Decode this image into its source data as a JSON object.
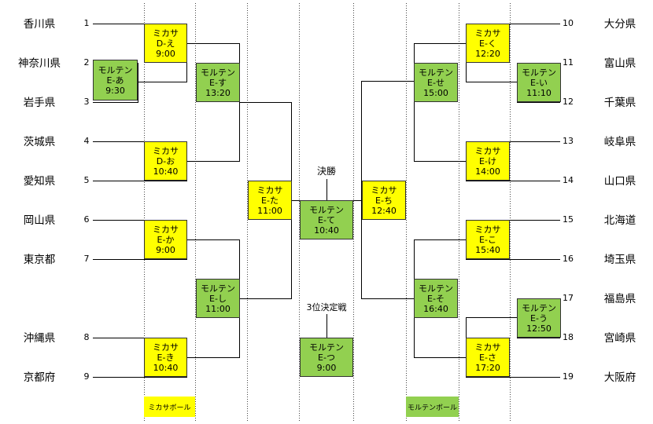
{
  "left_teams": [
    {
      "name": "香川県",
      "num": "1"
    },
    {
      "name": "神奈川県",
      "num": "2"
    },
    {
      "name": "岩手県",
      "num": "3"
    },
    {
      "name": "茨城県",
      "num": "4"
    },
    {
      "name": "愛知県",
      "num": "5"
    },
    {
      "name": "岡山県",
      "num": "6"
    },
    {
      "name": "東京都",
      "num": "7"
    },
    {
      "name": "沖縄県",
      "num": "8"
    },
    {
      "name": "京都府",
      "num": "9"
    }
  ],
  "right_teams": [
    {
      "name": "大分県",
      "num": "10"
    },
    {
      "name": "富山県",
      "num": "11"
    },
    {
      "name": "千葉県",
      "num": "12"
    },
    {
      "name": "岐阜県",
      "num": "13"
    },
    {
      "name": "山口県",
      "num": "14"
    },
    {
      "name": "北海道",
      "num": "15"
    },
    {
      "name": "埼玉県",
      "num": "16"
    },
    {
      "name": "福島県",
      "num": "17"
    },
    {
      "name": "宮崎県",
      "num": "18"
    },
    {
      "name": "大阪府",
      "num": "19"
    }
  ],
  "matches": {
    "E-a": {
      "court": "モルテン",
      "code": "E-あ",
      "time": "9:30"
    },
    "D-e": {
      "court": "ミカサ",
      "code": "D-え",
      "time": "9:00"
    },
    "D-o": {
      "court": "ミカサ",
      "code": "D-お",
      "time": "10:40"
    },
    "E-ka": {
      "court": "ミカサ",
      "code": "E-か",
      "time": "9:00"
    },
    "E-ki": {
      "court": "ミカサ",
      "code": "E-き",
      "time": "10:40"
    },
    "E-su": {
      "court": "モルテン",
      "code": "E-す",
      "time": "13:20"
    },
    "E-shi": {
      "court": "モルテン",
      "code": "E-し",
      "time": "11:00"
    },
    "E-ta": {
      "court": "ミカサ",
      "code": "E-た",
      "time": "11:00"
    },
    "E-te": {
      "court": "モルテン",
      "code": "E-て",
      "time": "10:40"
    },
    "E-tsu": {
      "court": "モルテン",
      "code": "E-つ",
      "time": "9:00"
    },
    "E-chi": {
      "court": "ミカサ",
      "code": "E-ち",
      "time": "12:40"
    },
    "E-se": {
      "court": "モルテン",
      "code": "E-せ",
      "time": "15:00"
    },
    "E-so": {
      "court": "モルテン",
      "code": "E-そ",
      "time": "16:40"
    },
    "E-ku": {
      "court": "ミカサ",
      "code": "E-く",
      "time": "12:20"
    },
    "E-i": {
      "court": "モルテン",
      "code": "E-い",
      "time": "11:10"
    },
    "E-ke": {
      "court": "ミカサ",
      "code": "E-け",
      "time": "14:00"
    },
    "E-ko": {
      "court": "ミカサ",
      "code": "E-こ",
      "time": "15:40"
    },
    "E-u": {
      "court": "モルテン",
      "code": "E-う",
      "time": "12:50"
    },
    "E-sa": {
      "court": "ミカサ",
      "code": "E-さ",
      "time": "17:20"
    }
  },
  "labels": {
    "final": "決勝",
    "third_place": "3位決定戦"
  },
  "legend": {
    "mikasa": "ミカサボール",
    "molten": "モルテンボール"
  },
  "colors": {
    "mikasa": "#ffff00",
    "molten": "#92d050"
  }
}
